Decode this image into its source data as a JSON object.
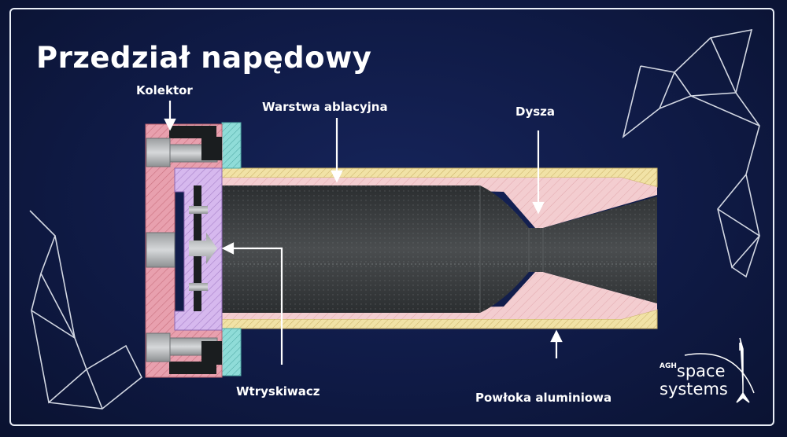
{
  "title": "Przedział napędowy",
  "labels": {
    "kolektor": "Kolektor",
    "warstwa": "Warstwa ablacyjna",
    "dysza": "Dysza",
    "wtryskiwacz": "Wtryskiwacz",
    "powloka": "Powłoka aluminiowa"
  },
  "logo": {
    "agh": "AGH",
    "word1": "space",
    "word2": "systems"
  },
  "colors": {
    "background": "#0f1a45",
    "frame": "#e9eef7",
    "collector": "#e8a0ae",
    "injector": "#c9a9e6",
    "ablative": "#f2c8cc",
    "aluminium": "#f0dfa0",
    "seal": "#7fd6d2",
    "chamber": "#3a3d3f"
  }
}
